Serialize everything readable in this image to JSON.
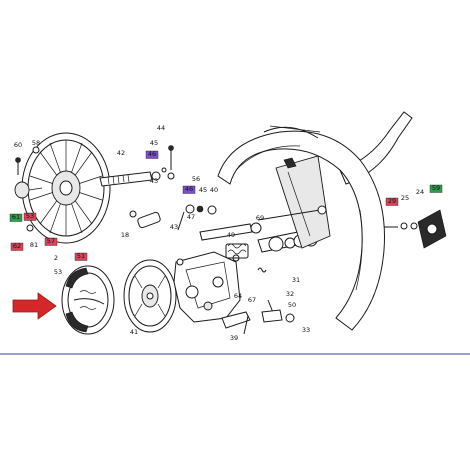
{
  "colors": {
    "page_bg": "#ffffff",
    "rule_line": "#5b6fa8",
    "arrow": "#d3272a",
    "tag_green": "#2e9e4a",
    "tag_red": "#d6455a",
    "tag_purple": "#7a4fc9",
    "tag_yellow": "#e6e24a",
    "tag_white": "#ffffff"
  },
  "callouts": [
    {
      "id": "c60",
      "text": "60",
      "style": "plain"
    },
    {
      "id": "c58",
      "text": "58",
      "style": "plain"
    },
    {
      "id": "c61",
      "text": "61",
      "style": "green"
    },
    {
      "id": "c53a",
      "text": "53",
      "style": "red"
    },
    {
      "id": "c62",
      "text": "62",
      "style": "red"
    },
    {
      "id": "c81",
      "text": "81",
      "style": "plain"
    },
    {
      "id": "c57",
      "text": "57",
      "style": "red"
    },
    {
      "id": "c2",
      "text": "2",
      "style": "plain"
    },
    {
      "id": "c53b",
      "text": "53",
      "style": "plain"
    },
    {
      "id": "c51",
      "text": "51",
      "style": "red"
    },
    {
      "id": "c44",
      "text": "44",
      "style": "plain"
    },
    {
      "id": "c45",
      "text": "45",
      "style": "plain"
    },
    {
      "id": "c46",
      "text": "46",
      "style": "purple"
    },
    {
      "id": "c42",
      "text": "42",
      "style": "plain"
    },
    {
      "id": "c43",
      "text": "43",
      "style": "plain"
    },
    {
      "id": "c56",
      "text": "56",
      "style": "plain"
    },
    {
      "id": "c40",
      "text": "40",
      "style": "plain"
    },
    {
      "id": "c45b",
      "text": "45",
      "style": "plain"
    },
    {
      "id": "c46b",
      "text": "46",
      "style": "purple"
    },
    {
      "id": "c47",
      "text": "47",
      "style": "plain"
    },
    {
      "id": "c43b",
      "text": "43",
      "style": "plain"
    },
    {
      "id": "c18",
      "text": "18",
      "style": "plain"
    },
    {
      "id": "c49",
      "text": "49",
      "style": "plain"
    },
    {
      "id": "c41",
      "text": "41",
      "style": "plain"
    },
    {
      "id": "c39",
      "text": "39",
      "style": "plain"
    },
    {
      "id": "c69",
      "text": "69",
      "style": "plain"
    },
    {
      "id": "c64",
      "text": "64",
      "style": "plain"
    },
    {
      "id": "c67",
      "text": "67",
      "style": "plain"
    },
    {
      "id": "c31",
      "text": "31",
      "style": "plain"
    },
    {
      "id": "c32",
      "text": "32",
      "style": "plain"
    },
    {
      "id": "c50",
      "text": "50",
      "style": "plain"
    },
    {
      "id": "c33",
      "text": "33",
      "style": "plain"
    },
    {
      "id": "c29",
      "text": "29",
      "style": "red"
    },
    {
      "id": "c25",
      "text": "25",
      "style": "plain"
    },
    {
      "id": "c24",
      "text": "24",
      "style": "plain"
    },
    {
      "id": "c59",
      "text": "59",
      "style": "green"
    }
  ]
}
